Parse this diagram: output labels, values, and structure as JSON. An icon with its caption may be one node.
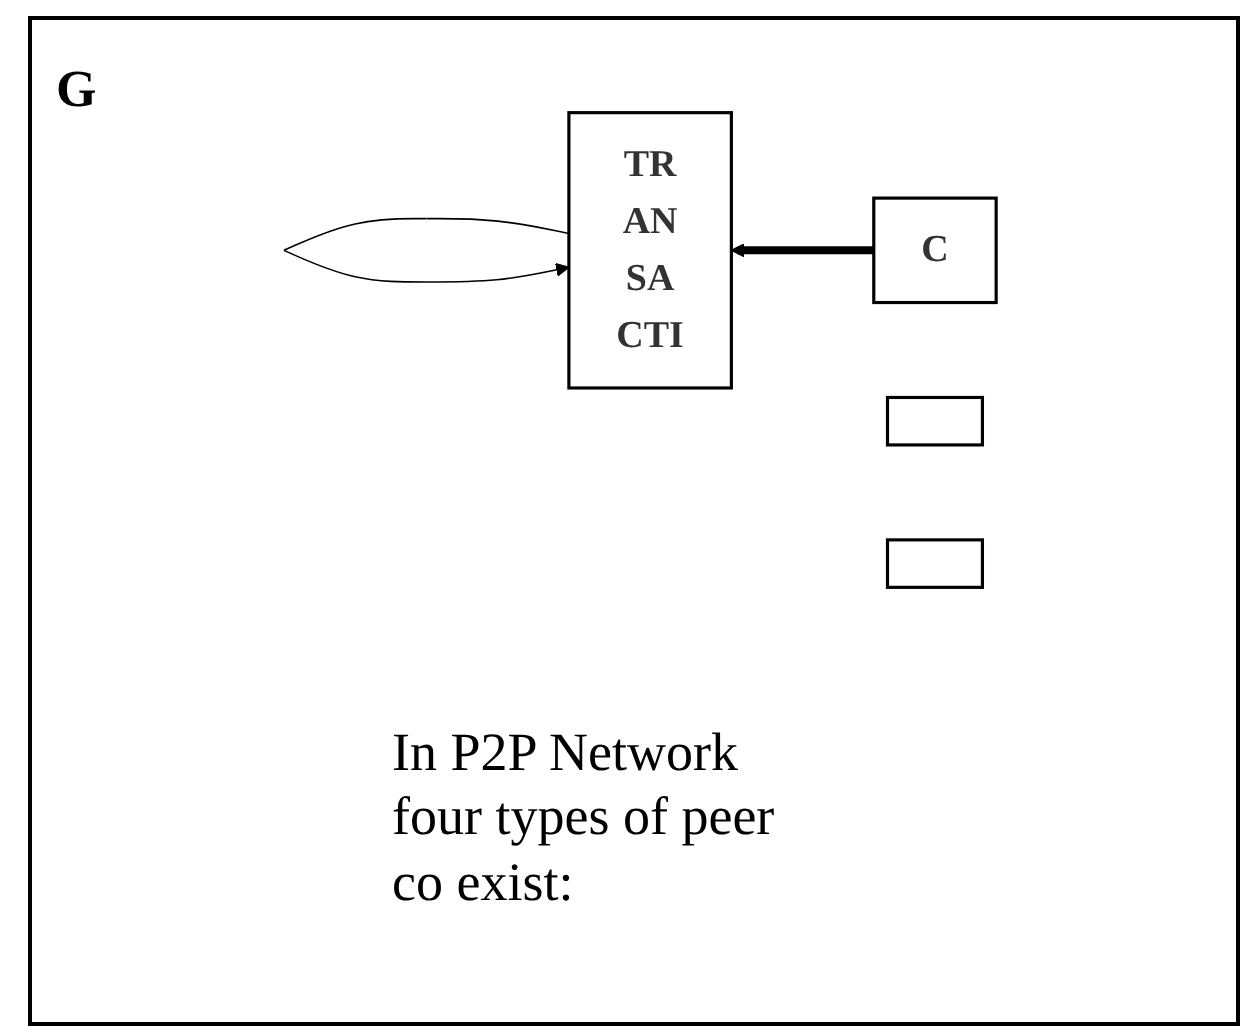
{
  "diagram": {
    "nodes": [
      {
        "text": [
          "TR AN SA CTI"
        ]
      },
      {
        "text": [
          "C"
        ]
      },
      {
        "text": [],
        "shape": "box"
      },
      {
        "text": [],
        "shape": "box"
      }
    ],
    "edges": [
      {
        "from": 1,
        "to": 0,
        "arrow": "to",
        "style": "thick"
      },
      {
        "from": 0,
        "to": 0,
        "arrow": "to"
      }
    ],
    "labels": [
      "G",
      "In P2P Network four types of peer co exist:"
    ]
  }
}
